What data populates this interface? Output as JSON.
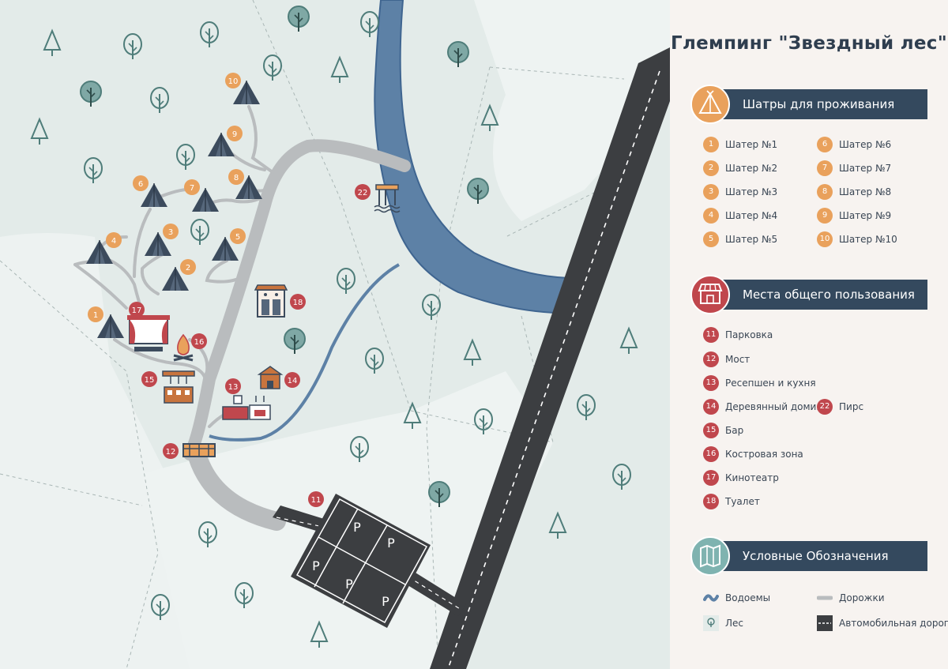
{
  "title": "Глемпинг \"Звездный лес\"",
  "colors": {
    "land": "#e3ebe9",
    "meadow": "#eff3f2",
    "river": "#5d81a6",
    "path": "#b9bcbe",
    "road": "#3c3e41",
    "tent": "#3c4b5d",
    "tree": "#4f7d7a",
    "orange_marker": "#e9a15c",
    "red_marker": "#c0474d",
    "panel_bar": "#34495e"
  },
  "sections": {
    "tents": {
      "label": "Шатры для проживания",
      "icon": "tent-icon"
    },
    "public": {
      "label": "Места общего пользования",
      "icon": "store-icon"
    },
    "legend": {
      "label": "Условные Обозначения",
      "icon": "map-icon"
    }
  },
  "tents_list": [
    {
      "num": "1",
      "label": "Шатер №1"
    },
    {
      "num": "2",
      "label": "Шатер №2"
    },
    {
      "num": "3",
      "label": "Шатер №3"
    },
    {
      "num": "4",
      "label": "Шатер №4"
    },
    {
      "num": "5",
      "label": "Шатер №5"
    },
    {
      "num": "6",
      "label": "Шатер №6"
    },
    {
      "num": "7",
      "label": "Шатер №7"
    },
    {
      "num": "8",
      "label": "Шатер №8"
    },
    {
      "num": "9",
      "label": "Шатер №9"
    },
    {
      "num": "10",
      "label": "Шатер №10"
    }
  ],
  "public_list": [
    {
      "num": "11",
      "label": "Парковка"
    },
    {
      "num": "12",
      "label": "Мост"
    },
    {
      "num": "13",
      "label": "Ресепшен и кухня"
    },
    {
      "num": "14",
      "label": "Деревянный домик"
    },
    {
      "num": "15",
      "label": "Бар"
    },
    {
      "num": "16",
      "label": "Костровая зона"
    },
    {
      "num": "17",
      "label": "Кинотеатр"
    },
    {
      "num": "18",
      "label": "Туалет"
    },
    {
      "num": "22",
      "label": "Пирс"
    }
  ],
  "legend_list": [
    {
      "label": "Водоемы",
      "icon": "water-icon"
    },
    {
      "label": "Дорожки",
      "icon": "path-icon"
    },
    {
      "label": "Лес",
      "icon": "forest-icon"
    },
    {
      "label": "Автомобильная дорога",
      "icon": "road-icon"
    }
  ],
  "map_markers": {
    "m1": "1",
    "m2": "2",
    "m3": "3",
    "m4": "4",
    "m5": "5",
    "m6": "6",
    "m7": "7",
    "m8": "8",
    "m9": "9",
    "m10": "10",
    "m11": "11",
    "m12": "12",
    "m13": "13",
    "m14": "14",
    "m15": "15",
    "m16": "16",
    "m17": "17",
    "m18": "18",
    "m22": "22"
  },
  "parking_label": "P"
}
